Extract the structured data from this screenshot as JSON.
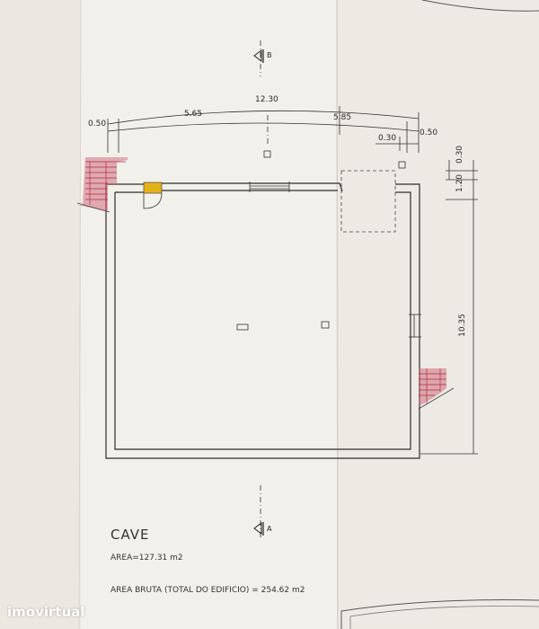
{
  "sheet": {
    "colors": {
      "paper": "#f1efe9",
      "paper_shade": "#e4e1d9",
      "line": "#3a3a3a",
      "stair": "#c8405a",
      "door": "#e3b21a"
    }
  },
  "section_marks": {
    "top": "B",
    "bottom": "A"
  },
  "dimensions": {
    "overall_width": "12.30",
    "left_offset": "0.50",
    "left_segment": "5.65",
    "right_segment": "5.85",
    "right_small_a": "0.30",
    "right_small_b": "0.50",
    "vertical_small": "0.30",
    "vertical_mid": "1.20",
    "vertical_total": "10.35"
  },
  "labels": {
    "floor_name": "CAVE",
    "area": "AREA=127.31  m2",
    "gross_area": "AREA BRUTA  (TOTAL  DO  EDIFICIO)  =  254.62  m2"
  },
  "watermark": {
    "text": "imovirtual",
    "icon": "imovirtual-logo"
  }
}
